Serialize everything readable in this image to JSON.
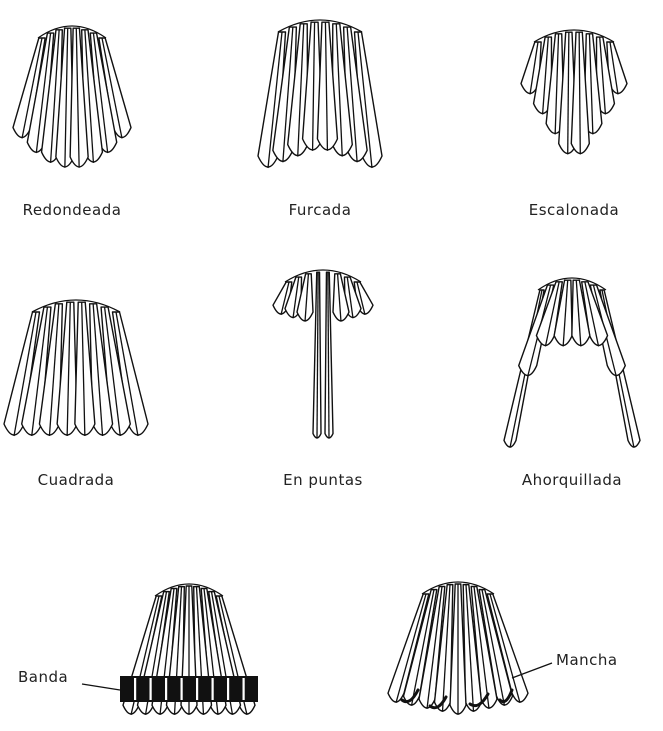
{
  "labels": {
    "redondeada": "Redondeada",
    "furcada": "Furcada",
    "escalonada": "Escalonada",
    "cuadrada": "Cuadrada",
    "en_puntas": "En puntas",
    "ahorquillada": "Ahorquillada",
    "banda": "Banda",
    "mancha": "Mancha"
  }
}
